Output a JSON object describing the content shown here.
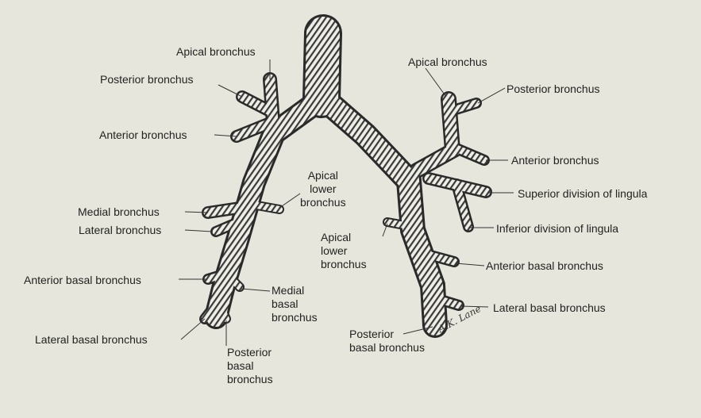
{
  "labels": {
    "r_apical": "Apical bronchus",
    "r_posterior": "Posterior bronchus",
    "r_anterior": "Anterior bronchus",
    "r_apical_lower": [
      "Apical",
      "lower",
      "bronchus"
    ],
    "r_medial": "Medial bronchus",
    "r_lateral": "Lateral bronchus",
    "r_anterior_basal": "Anterior basal bronchus",
    "r_medial_basal": [
      "Medial",
      "basal",
      "bronchus"
    ],
    "r_lateral_basal": "Lateral basal bronchus",
    "r_posterior_basal": [
      "Posterior",
      "basal",
      "bronchus"
    ],
    "l_apical": "Apical bronchus",
    "l_posterior": "Posterior bronchus",
    "l_anterior": "Anterior bronchus",
    "l_superior_lingula": "Superior division of lingula",
    "l_inferior_lingula": "Inferior division of lingula",
    "l_apical_lower": [
      "Apical",
      "lower",
      "bronchus"
    ],
    "l_anterior_basal": "Anterior basal bronchus",
    "l_lateral_basal": "Lateral basal bronchus",
    "l_posterior_basal": [
      "Posterior",
      "basal bronchus"
    ]
  },
  "signature": "A.K. Lane",
  "colors": {
    "background": "#e7e6dc",
    "tube": "#efeee6",
    "ink": "#2a2a2a"
  }
}
